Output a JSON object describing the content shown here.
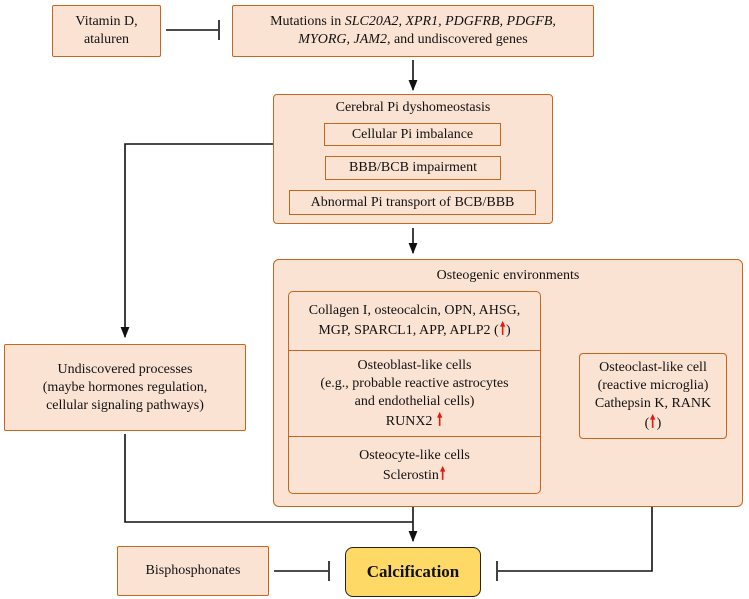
{
  "inhibitor_top": {
    "line1": "Vitamin D,",
    "line2": "ataluren"
  },
  "mutations": {
    "prefix": "Mutations in ",
    "genes_line1": "SLC20A2, XPR1, PDGFRB, PDGFB,",
    "genes_line2": "MYORG, JAM2",
    "suffix": ", and undiscovered genes"
  },
  "dyshomeostasis": {
    "title": "Cerebral Pi dyshomeostasis",
    "items": [
      "Cellular Pi imbalance",
      "BBB/BCB impairment",
      "Abnormal Pi transport of BCB/BBB"
    ]
  },
  "osteogenic": {
    "title": "Osteogenic environments",
    "proteins": {
      "line1": "Collagen I, osteocalcin, OPN, AHSG,",
      "line2": "MGP, SPARCL1, APP, APLP2 ("
    },
    "osteoblast": {
      "line1": "Osteoblast-like cells",
      "line2": "(e.g., probable reactive astrocytes",
      "line3": "and endothelial cells)",
      "marker": "RUNX2"
    },
    "osteocyte": {
      "line1": "Osteocyte-like cells",
      "marker": "Sclerostin"
    }
  },
  "osteoclast": {
    "line1": "Osteoclast-like cell",
    "line2": "(reactive microglia)",
    "line3": "Cathepsin K, RANK",
    "paren_open": "(",
    "paren_close": ")"
  },
  "undiscovered": {
    "line1": "Undiscovered processes",
    "line2": "(maybe hormones regulation,",
    "line3": "cellular signaling pathways)"
  },
  "bisphosphonates": "Bisphosphonates",
  "calcification": "Calcification",
  "symbols": {
    "up_arrow": "🠕",
    "close_paren": ")"
  },
  "colors": {
    "box_fill": "#fbe3d4",
    "box_border": "#c8651e",
    "calc_fill": "#ffd966",
    "increase_arrow": "#e8170f"
  }
}
